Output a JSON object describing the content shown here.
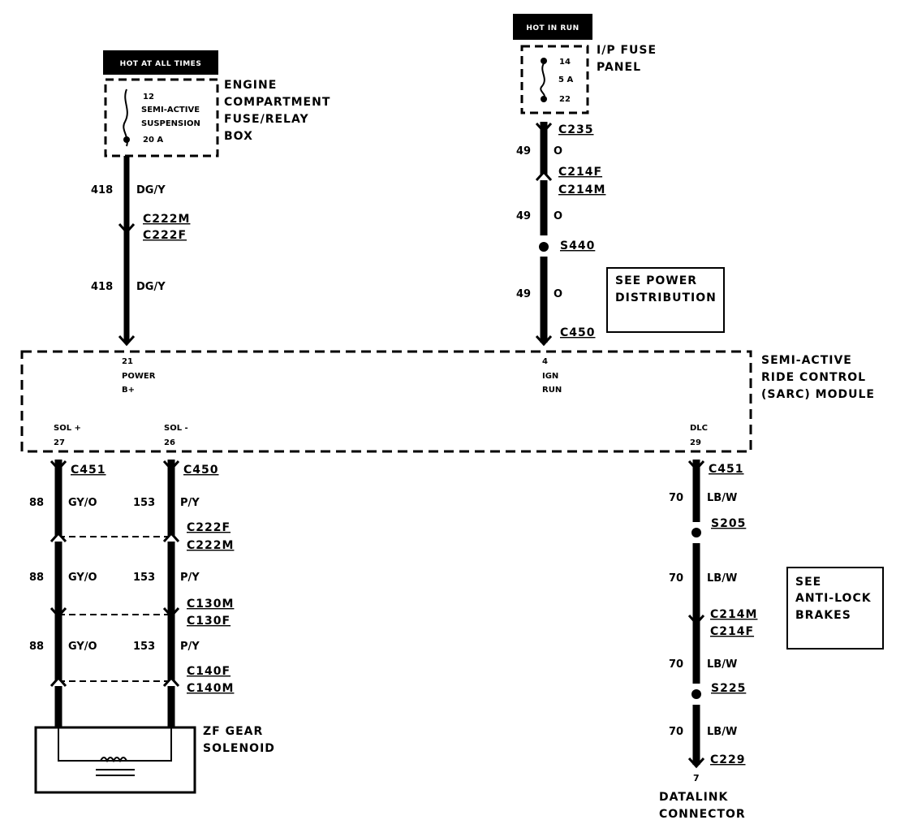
{
  "colors": {
    "ink": "#000000",
    "paper": "#ffffff"
  },
  "power_sources": {
    "hot_at_all_times": "HOT AT ALL TIMES",
    "hot_in_run": "HOT IN RUN"
  },
  "engine_fuse": {
    "number": "12",
    "name_line1": "SEMI-ACTIVE",
    "name_line2": "SUSPENSION",
    "rating": "20 A",
    "box_line1": "ENGINE",
    "box_line2": "COMPARTMENT",
    "box_line3": "FUSE/RELAY",
    "box_line4": "BOX"
  },
  "ip_fuse": {
    "pin_top": "14",
    "rating": "5 A",
    "pin_bottom": "22",
    "panel_line1": "I/P FUSE",
    "panel_line2": "PANEL"
  },
  "circuits": {
    "c418_num": "418",
    "c418_color": "DG/Y",
    "c49_num": "49",
    "c49_color": "O",
    "c88_num": "88",
    "c88_color": "GY/O",
    "c153_num": "153",
    "c153_color": "P/Y",
    "c70_num": "70",
    "c70_color": "LB/W"
  },
  "connectors": {
    "c222m": "C222M",
    "c222f": "C222F",
    "c235": "C235",
    "c214f": "C214F",
    "c214m": "C214M",
    "s440": "S440",
    "c450": "C450",
    "c451": "C451",
    "c130m": "C130M",
    "c130f": "C130F",
    "c140f": "C140F",
    "c140m": "C140M",
    "s205": "S205",
    "s225": "S225",
    "c229": "C229"
  },
  "module": {
    "name_line1": "SEMI-ACTIVE",
    "name_line2": "RIDE CONTROL",
    "name_line3": "(SARC) MODULE",
    "pin21_num": "21",
    "pin21_line1": "POWER",
    "pin21_line2": "B+",
    "pin4_num": "4",
    "pin4_line1": "IGN",
    "pin4_line2": "RUN",
    "pin27_name": "SOL +",
    "pin27_num": "27",
    "pin26_name": "SOL -",
    "pin26_num": "26",
    "pin29_name": "DLC",
    "pin29_num": "29"
  },
  "notes": {
    "power_line1": "SEE POWER",
    "power_line2": "DISTRIBUTION",
    "abs_line1": "SEE",
    "abs_line2": "ANTI-LOCK",
    "abs_line3": "BRAKES"
  },
  "solenoid": {
    "line1": "ZF GEAR",
    "line2": "SOLENOID"
  },
  "dlc": {
    "pin": "7",
    "line1": "DATALINK",
    "line2": "CONNECTOR"
  }
}
